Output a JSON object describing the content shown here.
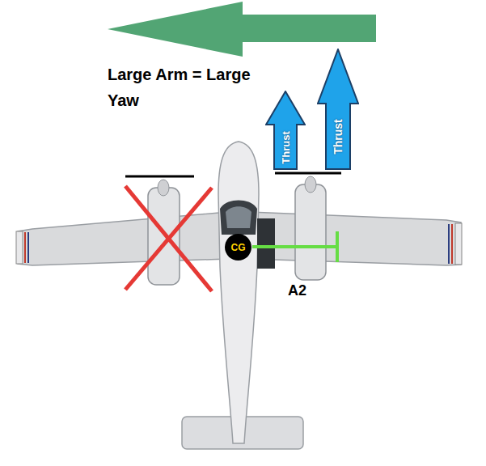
{
  "diagram": {
    "nodes": [
      {
        "text": [
          "Thrust"
        ]
      },
      {
        "text": [
          "Thrust"
        ]
      },
      {
        "text": [
          "CG"
        ]
      }
    ],
    "labels": [
      "Large Arm = Large Yaw",
      "A2"
    ]
  }
}
